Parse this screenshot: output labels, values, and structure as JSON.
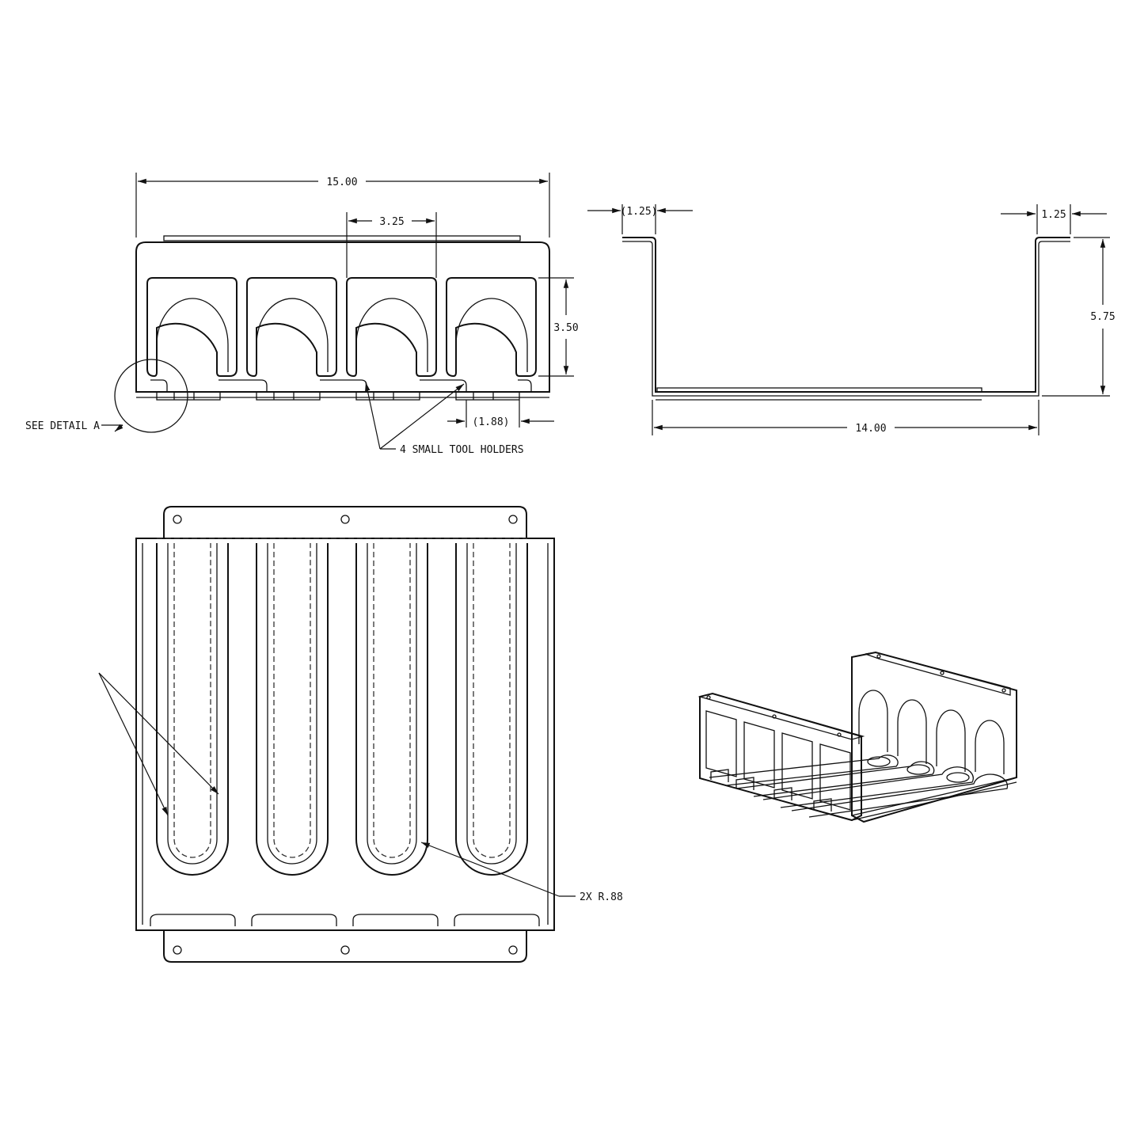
{
  "front_view": {
    "dim_overall_width": "15.00",
    "dim_slot_pitch": "3.25",
    "dim_slot_height": "3.50",
    "dim_holder_width": "(1.88)",
    "note_detail": "SEE DETAIL A",
    "note_holders": "4 SMALL TOOL HOLDERS"
  },
  "side_view": {
    "dim_left_flange": "(1.25)",
    "dim_right_flange": "1.25",
    "dim_height": "5.75",
    "dim_base_length": "14.00"
  },
  "top_view": {
    "note_radius": "2X R.88"
  }
}
